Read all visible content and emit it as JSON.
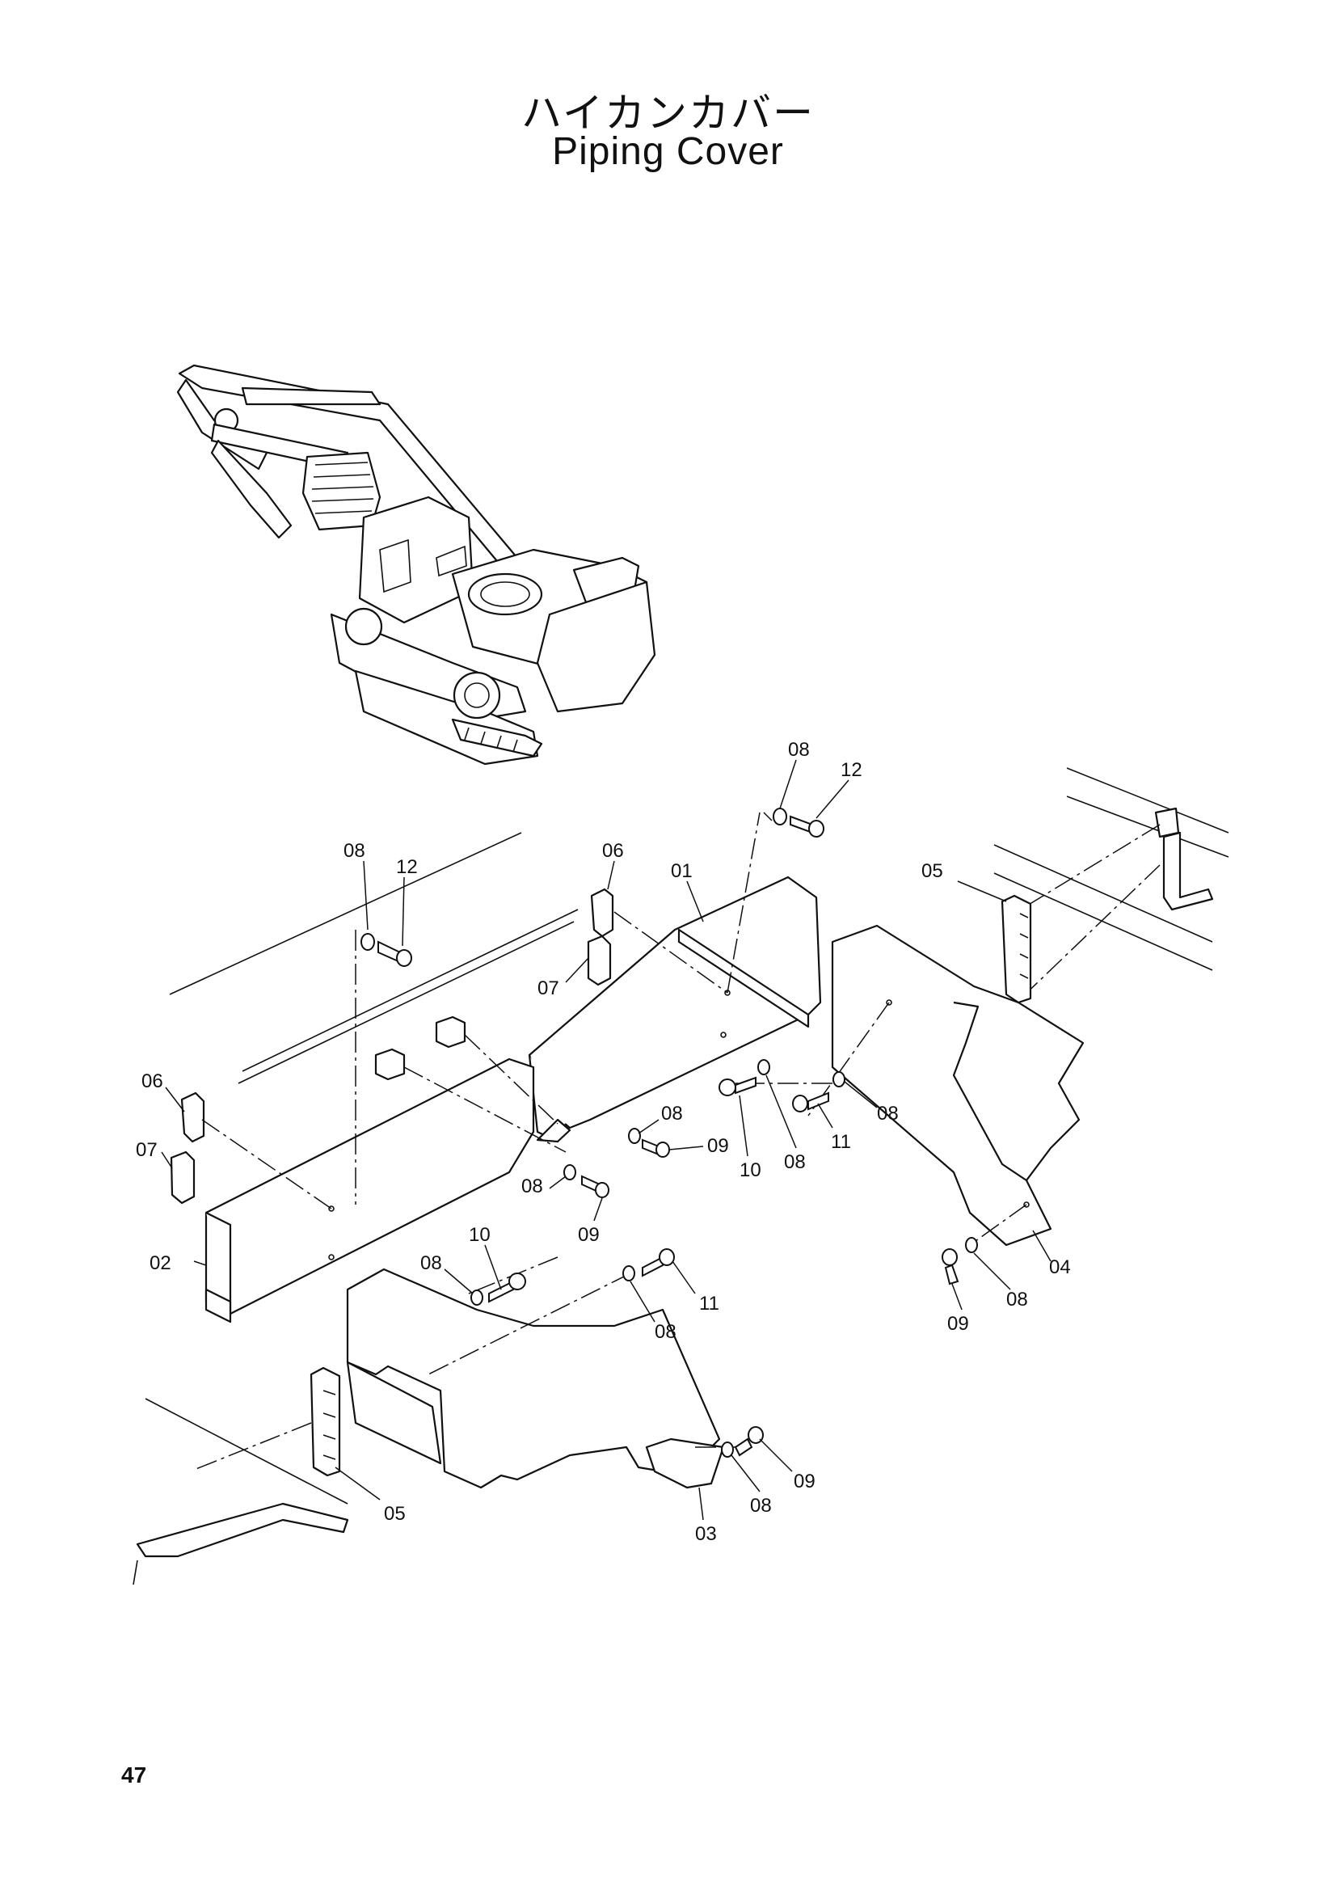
{
  "title_jp": "ハイカンカバー",
  "title_en": "Piping Cover",
  "page_number": "47",
  "callouts": [
    {
      "id": "c-08-top",
      "text": "08"
    },
    {
      "id": "c-12-top",
      "text": "12"
    },
    {
      "id": "c-08-left",
      "text": "08"
    },
    {
      "id": "c-12-left",
      "text": "12"
    },
    {
      "id": "c-06-mid",
      "text": "06"
    },
    {
      "id": "c-01",
      "text": "01"
    },
    {
      "id": "c-05-right",
      "text": "05"
    },
    {
      "id": "c-07-mid",
      "text": "07"
    },
    {
      "id": "c-06-left",
      "text": "06"
    },
    {
      "id": "c-07-left",
      "text": "07"
    },
    {
      "id": "c-08-a",
      "text": "08"
    },
    {
      "id": "c-09-a",
      "text": "09"
    },
    {
      "id": "c-10-a",
      "text": "10"
    },
    {
      "id": "c-08-b",
      "text": "08"
    },
    {
      "id": "c-11-a",
      "text": "11"
    },
    {
      "id": "c-08-c",
      "text": "08"
    },
    {
      "id": "c-08-d",
      "text": "08"
    },
    {
      "id": "c-09-b",
      "text": "09"
    },
    {
      "id": "c-02",
      "text": "02"
    },
    {
      "id": "c-10-b",
      "text": "10"
    },
    {
      "id": "c-08-e",
      "text": "08"
    },
    {
      "id": "c-11-b",
      "text": "11"
    },
    {
      "id": "c-08-f",
      "text": "08"
    },
    {
      "id": "c-04",
      "text": "04"
    },
    {
      "id": "c-08-g",
      "text": "08"
    },
    {
      "id": "c-09-c",
      "text": "09"
    },
    {
      "id": "c-09-d",
      "text": "09"
    },
    {
      "id": "c-08-h",
      "text": "08"
    },
    {
      "id": "c-05-left",
      "text": "05"
    },
    {
      "id": "c-03",
      "text": "03"
    }
  ]
}
